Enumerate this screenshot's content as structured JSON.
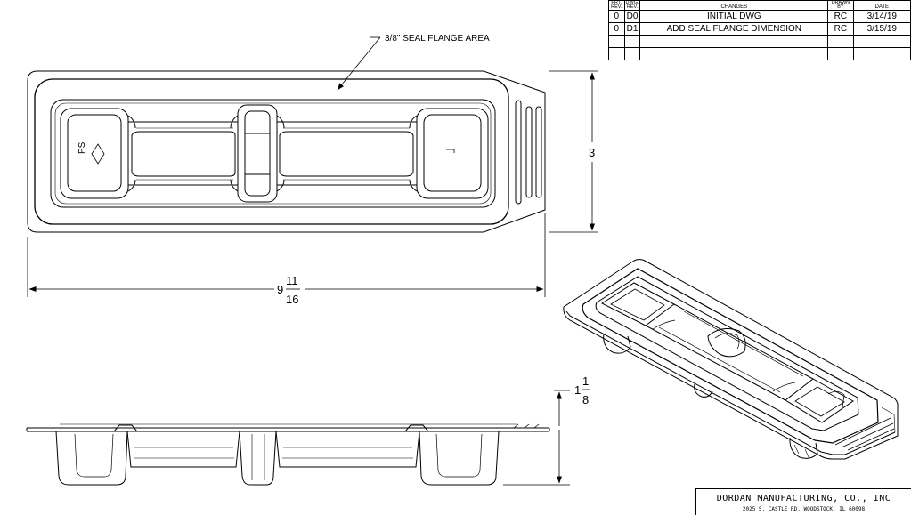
{
  "revision_table": {
    "headers": {
      "prt_rev": [
        "PRT.",
        "REV."
      ],
      "dwg_rev": [
        "DWG.",
        "REV."
      ],
      "changes": "CHANGES",
      "drawn_by": [
        "DRAWN",
        "BY"
      ],
      "date": "DATE"
    },
    "rows": [
      {
        "prt_rev": "0",
        "dwg_rev": "D0",
        "change": "INITIAL DWG",
        "by": "RC",
        "date": "3/14/19"
      },
      {
        "prt_rev": "0",
        "dwg_rev": "D1",
        "change": "ADD SEAL FLANGE DIMENSION",
        "by": "RC",
        "date": "3/15/19"
      }
    ]
  },
  "annotations": {
    "seal_flange": "3/8\" SEAL FLANGE AREA",
    "height_dim": "3",
    "length_whole": "9",
    "length_num": "11",
    "length_den": "16",
    "depth_whole": "1",
    "depth_num": "1",
    "depth_den": "8",
    "recycle_code": "PS"
  },
  "title_block": {
    "company": "DORDAN MANUFACTURING, CO., INC",
    "address": "2025 S. CASTLE RD. WOODSTOCK, IL 60098"
  }
}
